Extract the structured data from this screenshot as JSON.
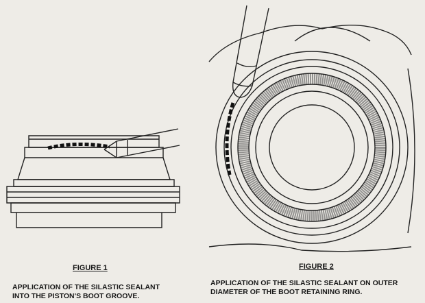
{
  "figures": [
    {
      "title": "FIGURE 1",
      "caption_lines": [
        "APPLICATION OF THE SILASTIC SEALANT",
        "INTO THE PISTON'S BOOT GROOVE."
      ]
    },
    {
      "title": "FIGURE 2",
      "caption_lines": [
        "APPLICATION OF THE SILASTIC SEALANT ON OUTER",
        "DIAMETER OF THE BOOT RETAINING RING."
      ]
    }
  ]
}
